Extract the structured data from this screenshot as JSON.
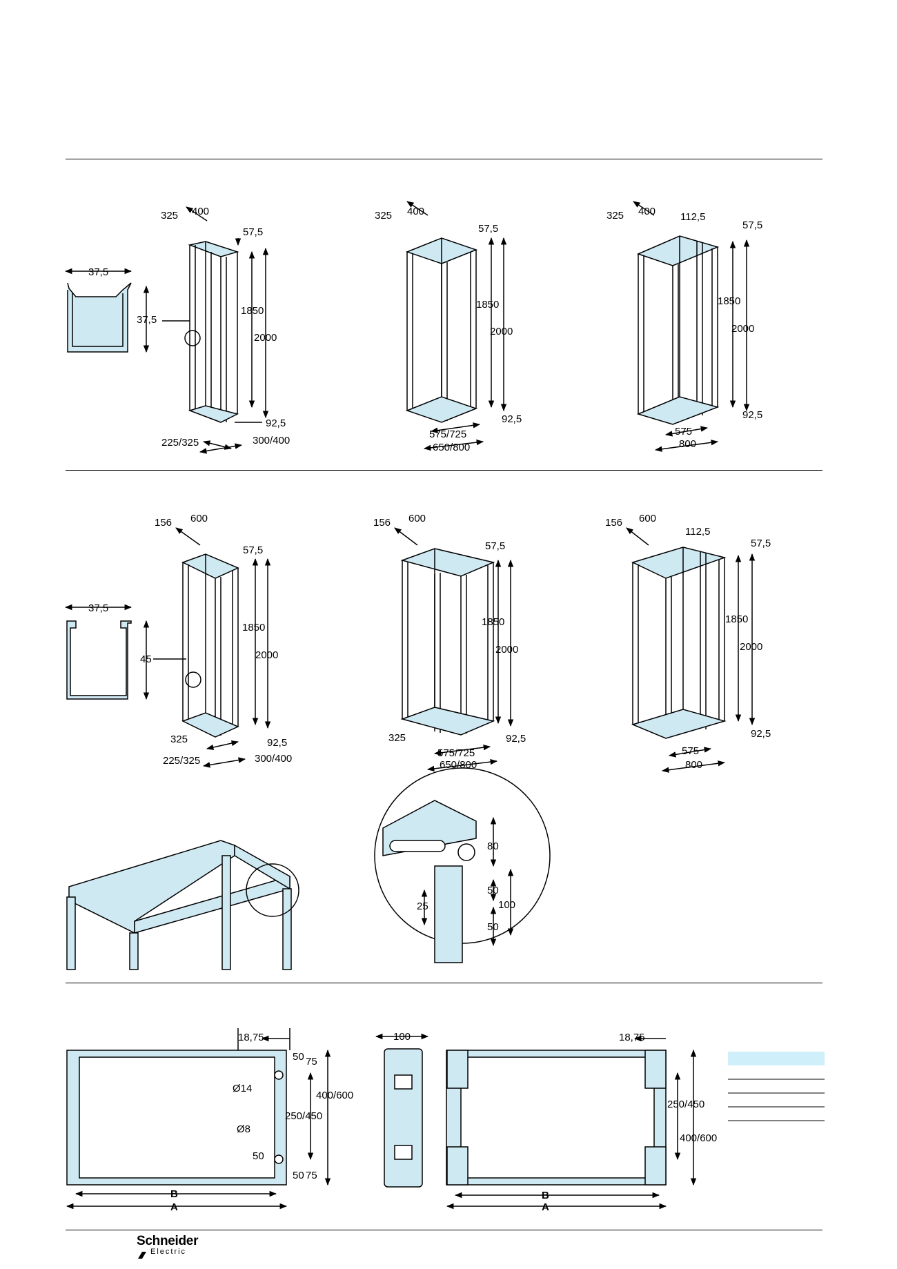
{
  "labels": {
    "frame_top_left": {
      "w": "325",
      "d": "400",
      "top": "57,5",
      "h1": "1850",
      "h2": "2000",
      "bot": "92,5",
      "wi": "225/325",
      "wo": "300/400"
    },
    "frame_top_mid": {
      "w": "325",
      "d": "400",
      "top": "57,5",
      "h1": "1850",
      "h2": "2000",
      "bot": "92,5",
      "wi": "575/725",
      "wo": "650/800"
    },
    "frame_top_right": {
      "w": "325",
      "d": "400",
      "mid": "112,5",
      "top": "57,5",
      "h1": "1850",
      "h2": "2000",
      "bot": "92,5",
      "wi": "575",
      "wo": "800"
    },
    "profile_top": {
      "w": "37,5",
      "h": "37,5"
    },
    "frame_bot_left": {
      "w": "156",
      "d": "600",
      "top": "57,5",
      "h1": "1850",
      "h2": "2000",
      "side": "325",
      "bot": "92,5",
      "wi": "225/325",
      "wo": "300/400"
    },
    "frame_bot_mid": {
      "w": "156",
      "d": "600",
      "top": "57,5",
      "h1": "1850",
      "h2": "2000",
      "side": "325",
      "bot": "92,5",
      "wi": "575/725",
      "wo": "650/800"
    },
    "frame_bot_right": {
      "w": "156",
      "d": "600",
      "mid": "112,5",
      "top": "57,5",
      "h1": "1850",
      "h2": "2000",
      "bot": "92,5",
      "wi": "575",
      "wo": "800"
    },
    "profile_bot": {
      "w": "37,5",
      "h": "45"
    },
    "detail": {
      "a": "80",
      "b": "50",
      "c": "100",
      "d": "50",
      "e": "25"
    },
    "plinth_left": {
      "offset": "18,75",
      "p1": "50",
      "p2": "75",
      "d1": "Ø14",
      "d2": "Ø8",
      "h1": "400/600",
      "h2": "250/450",
      "p3": "50",
      "p4": "50",
      "p5": "75",
      "b": "B",
      "a": "A"
    },
    "plinth_side": {
      "w": "100"
    },
    "plinth_right": {
      "offset": "18,75",
      "h1": "250/450",
      "h2": "400/600",
      "b": "B",
      "a": "A"
    }
  },
  "brand": {
    "name": "Schneider",
    "sub": "Electric"
  },
  "colors": {
    "frame_fill": "#cfe9f3",
    "table_header": "#cfeffa",
    "line": "#000000"
  }
}
